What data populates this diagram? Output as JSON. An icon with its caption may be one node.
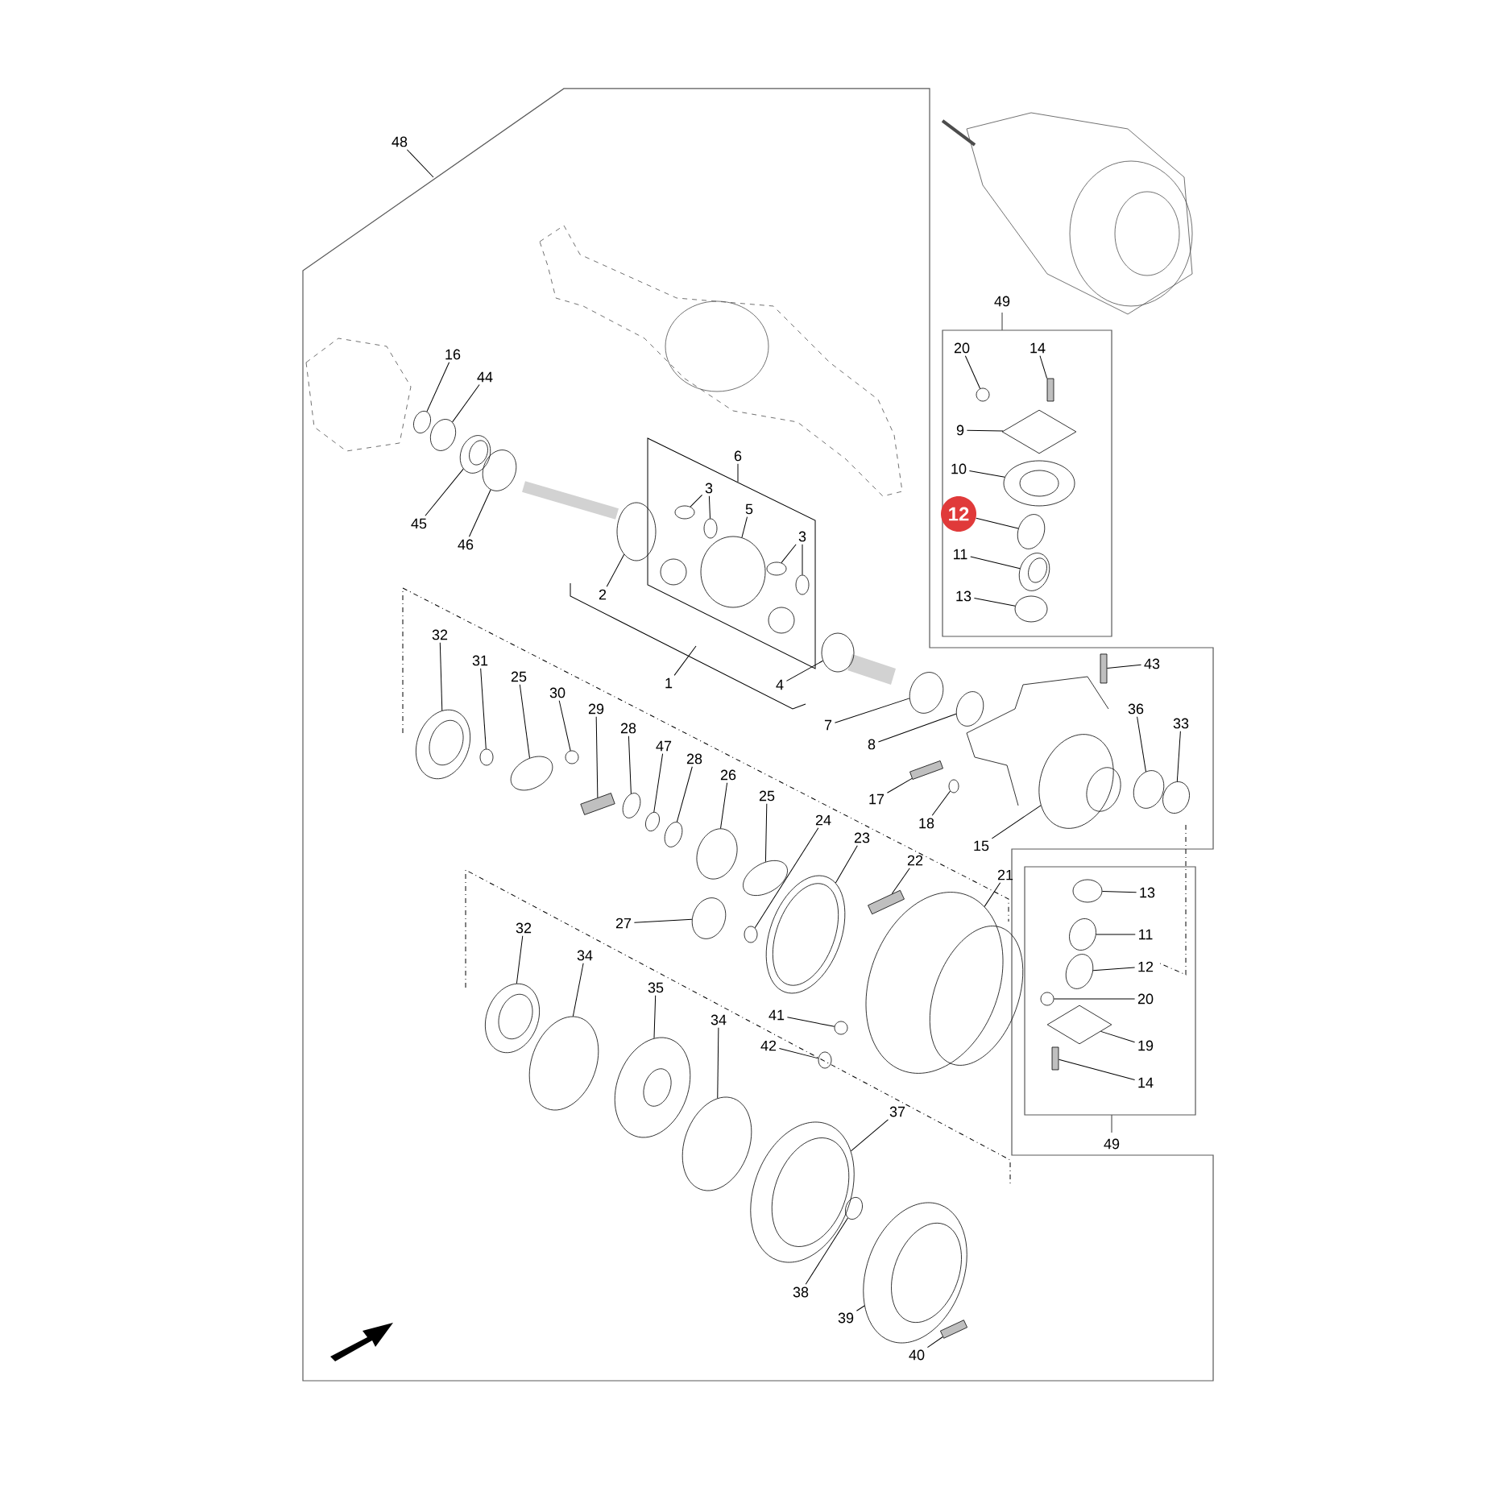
{
  "diagram": {
    "nodes": [
      {
        "text": [
          "48"
        ]
      },
      {
        "text": [
          "16"
        ]
      },
      {
        "text": [
          "44"
        ]
      },
      {
        "text": [
          "45"
        ]
      },
      {
        "text": [
          "46"
        ]
      },
      {
        "text": [
          "6"
        ]
      },
      {
        "text": [
          "3"
        ]
      },
      {
        "text": [
          "5"
        ]
      },
      {
        "text": [
          "3"
        ]
      },
      {
        "text": [
          "2"
        ]
      },
      {
        "text": [
          "1"
        ]
      },
      {
        "text": [
          "4"
        ]
      },
      {
        "text": [
          "7"
        ]
      },
      {
        "text": [
          "8"
        ]
      },
      {
        "text": [
          "49"
        ]
      },
      {
        "text": [
          "20"
        ],
        "in": 14
      },
      {
        "text": [
          "14"
        ],
        "in": 14
      },
      {
        "text": [
          "9"
        ],
        "in": 14
      },
      {
        "text": [
          "10"
        ],
        "in": 14
      },
      {
        "text": [
          "12"
        ],
        "in": 14
      },
      {
        "text": [
          "11"
        ],
        "in": 14
      },
      {
        "text": [
          "13"
        ],
        "in": 14
      },
      {
        "text": [
          "43"
        ]
      },
      {
        "text": [
          "32"
        ]
      },
      {
        "text": [
          "31"
        ]
      },
      {
        "text": [
          "25"
        ]
      },
      {
        "text": [
          "30"
        ]
      },
      {
        "text": [
          "29"
        ]
      },
      {
        "text": [
          "28"
        ]
      },
      {
        "text": [
          "47"
        ]
      },
      {
        "text": [
          "28"
        ]
      },
      {
        "text": [
          "26"
        ]
      },
      {
        "text": [
          "36"
        ]
      },
      {
        "text": [
          "33"
        ]
      },
      {
        "text": [
          "17"
        ]
      },
      {
        "text": [
          "18"
        ]
      },
      {
        "text": [
          "15"
        ]
      },
      {
        "text": [
          "25"
        ]
      },
      {
        "text": [
          "24"
        ]
      },
      {
        "text": [
          "23"
        ]
      },
      {
        "text": [
          "22"
        ]
      },
      {
        "text": [
          "21"
        ]
      },
      {
        "text": [
          "27"
        ]
      },
      {
        "text": [
          "49"
        ]
      },
      {
        "text": [
          "13"
        ],
        "in": 43
      },
      {
        "text": [
          "11"
        ],
        "in": 43
      },
      {
        "text": [
          "12"
        ],
        "in": 43
      },
      {
        "text": [
          "20"
        ],
        "in": 43
      },
      {
        "text": [
          "19"
        ],
        "in": 43
      },
      {
        "text": [
          "14"
        ],
        "in": 43
      },
      {
        "text": [
          "32"
        ]
      },
      {
        "text": [
          "34"
        ]
      },
      {
        "text": [
          "35"
        ]
      },
      {
        "text": [
          "34"
        ]
      },
      {
        "text": [
          "41"
        ]
      },
      {
        "text": [
          "42"
        ]
      },
      {
        "text": [
          "37"
        ]
      },
      {
        "text": [
          "38"
        ]
      },
      {
        "text": [
          "39"
        ]
      },
      {
        "text": [
          "40"
        ]
      },
      {
        "text": [],
        "shape": "circle"
      },
      {
        "text": [],
        "shape": "circle"
      },
      {
        "text": [],
        "shape": "circle"
      },
      {
        "text": [],
        "shape": "circle"
      },
      {
        "text": [],
        "shape": "circle"
      },
      {
        "text": [],
        "shape": "circle"
      },
      {
        "text": [],
        "shape": "circle"
      },
      {
        "text": [],
        "shape": "circle"
      },
      {
        "text": [],
        "shape": "circle"
      },
      {
        "text": [],
        "shape": "circle"
      },
      {
        "text": [],
        "shape": "circle"
      },
      {
        "text": [],
        "shape": "circle"
      },
      {
        "text": [],
        "shape": "circle"
      },
      {
        "text": [],
        "shape": "circle",
        "in": 14
      },
      {
        "text": [],
        "shape": "bar",
        "in": 14
      },
      {
        "text": [],
        "shape": "diamond",
        "in": 14
      },
      {
        "text": [],
        "shape": "circle",
        "in": 14
      },
      {
        "text": [],
        "shape": "circle",
        "in": 14
      },
      {
        "text": [],
        "shape": "circle",
        "in": 14
      },
      {
        "text": [],
        "shape": "circle",
        "in": 14
      },
      {
        "text": [],
        "shape": "bar"
      },
      {
        "text": [],
        "shape": "circle"
      },
      {
        "text": [],
        "shape": "circle"
      },
      {
        "text": [],
        "shape": "circle"
      },
      {
        "text": [],
        "shape": "circle"
      },
      {
        "text": [],
        "shape": "bar"
      },
      {
        "text": [],
        "shape": "circle"
      },
      {
        "text": [],
        "shape": "circle"
      },
      {
        "text": [],
        "shape": "circle"
      },
      {
        "text": [],
        "shape": "circle"
      },
      {
        "text": [],
        "shape": "circle"
      },
      {
        "text": [],
        "shape": "circle"
      },
      {
        "text": [],
        "shape": "bar"
      },
      {
        "text": [],
        "shape": "circle"
      },
      {
        "text": [],
        "shape": "circle"
      },
      {
        "text": [],
        "shape": "circle"
      },
      {
        "text": [],
        "shape": "circle"
      },
      {
        "text": [],
        "shape": "circle"
      },
      {
        "text": [],
        "shape": "bar"
      },
      {
        "text": [],
        "shape": "circle"
      },
      {
        "text": [],
        "shape": "circle"
      },
      {
        "text": [],
        "shape": "circle",
        "in": 43
      },
      {
        "text": [],
        "shape": "circle",
        "in": 43
      },
      {
        "text": [],
        "shape": "circle",
        "in": 43
      },
      {
        "text": [],
        "shape": "circle",
        "in": 43
      },
      {
        "text": [],
        "shape": "diamond",
        "in": 43
      },
      {
        "text": [],
        "shape": "bar",
        "in": 43
      },
      {
        "text": [],
        "shape": "circle"
      },
      {
        "text": [],
        "shape": "circle"
      },
      {
        "text": [],
        "shape": "circle"
      },
      {
        "text": [],
        "shape": "circle"
      },
      {
        "text": [],
        "shape": "circle"
      },
      {
        "text": [],
        "shape": "circle"
      },
      {
        "text": [],
        "shape": "circle"
      },
      {
        "text": [],
        "shape": "circle"
      },
      {
        "text": [],
        "shape": "circle"
      },
      {
        "text": [],
        "shape": "bar"
      }
    ],
    "edges": [
      {
        "from": 0,
        "to": null,
        "arrow": "none"
      },
      {
        "from": 1,
        "to": 60,
        "arrow": "none"
      },
      {
        "from": 2,
        "to": 61,
        "arrow": "none"
      },
      {
        "from": 3,
        "to": 62,
        "arrow": "none"
      },
      {
        "from": 4,
        "to": 63,
        "arrow": "none"
      },
      {
        "from": 5,
        "to": null,
        "arrow": "none"
      },
      {
        "from": 6,
        "to": 64,
        "arrow": "none"
      },
      {
        "from": 6,
        "to": 65,
        "arrow": "none"
      },
      {
        "from": 7,
        "to": 66,
        "arrow": "none"
      },
      {
        "from": 8,
        "to": 67,
        "arrow": "none"
      },
      {
        "from": 8,
        "to": 68,
        "arrow": "none"
      },
      {
        "from": 9,
        "to": 69,
        "arrow": "none"
      },
      {
        "from": 10,
        "to": null,
        "arrow": "none"
      },
      {
        "from": 11,
        "to": 70,
        "arrow": "none"
      },
      {
        "from": 12,
        "to": 71,
        "arrow": "none"
      },
      {
        "from": 13,
        "to": 72,
        "arrow": "none"
      },
      {
        "from": 15,
        "to": 73,
        "arrow": "none"
      },
      {
        "from": 16,
        "to": 74,
        "arrow": "none"
      },
      {
        "from": 17,
        "to": 75,
        "arrow": "none"
      },
      {
        "from": 18,
        "to": 76,
        "arrow": "none"
      },
      {
        "from": 19,
        "to": 77,
        "arrow": "none"
      },
      {
        "from": 20,
        "to": 78,
        "arrow": "none"
      },
      {
        "from": 21,
        "to": 79,
        "arrow": "none"
      },
      {
        "from": 22,
        "to": 80,
        "arrow": "none"
      },
      {
        "from": 23,
        "to": 81,
        "arrow": "none"
      },
      {
        "from": 24,
        "to": 82,
        "arrow": "none"
      },
      {
        "from": 25,
        "to": 83,
        "arrow": "none"
      },
      {
        "from": 26,
        "to": 84,
        "arrow": "none"
      },
      {
        "from": 27,
        "to": 85,
        "arrow": "none"
      },
      {
        "from": 28,
        "to": 86,
        "arrow": "none"
      },
      {
        "from": 29,
        "to": 87,
        "arrow": "none"
      },
      {
        "from": 30,
        "to": 88,
        "arrow": "none"
      },
      {
        "from": 31,
        "to": 89,
        "arrow": "none"
      },
      {
        "from": 32,
        "to": 90,
        "arrow": "none"
      },
      {
        "from": 33,
        "to": 91,
        "arrow": "none"
      },
      {
        "from": 34,
        "to": 92,
        "arrow": "none"
      },
      {
        "from": 35,
        "to": 93,
        "arrow": "none"
      },
      {
        "from": 36,
        "to": 94,
        "arrow": "none"
      },
      {
        "from": 37,
        "to": 95,
        "arrow": "none"
      },
      {
        "from": 38,
        "to": 96,
        "arrow": "none"
      },
      {
        "from": 39,
        "to": 97,
        "arrow": "none"
      },
      {
        "from": 40,
        "to": 98,
        "arrow": "none"
      },
      {
        "from": 41,
        "to": 99,
        "arrow": "none"
      },
      {
        "from": 42,
        "to": 100,
        "arrow": "none"
      },
      {
        "from": 44,
        "to": 101,
        "arrow": "none"
      },
      {
        "from": 45,
        "to": 102,
        "arrow": "none"
      },
      {
        "from": 46,
        "to": 103,
        "arrow": "none"
      },
      {
        "from": 47,
        "to": 104,
        "arrow": "none"
      },
      {
        "from": 48,
        "to": 105,
        "arrow": "none"
      },
      {
        "from": 49,
        "to": 106,
        "arrow": "none"
      },
      {
        "from": 50,
        "to": 107,
        "arrow": "none"
      },
      {
        "from": 51,
        "to": 108,
        "arrow": "none"
      },
      {
        "from": 52,
        "to": 109,
        "arrow": "none"
      },
      {
        "from": 53,
        "to": 110,
        "arrow": "none"
      },
      {
        "from": 54,
        "to": 111,
        "arrow": "none"
      },
      {
        "from": 55,
        "to": 112,
        "arrow": "none"
      },
      {
        "from": 56,
        "to": 113,
        "arrow": "none"
      },
      {
        "from": 57,
        "to": 114,
        "arrow": "none"
      },
      {
        "from": 58,
        "to": 115,
        "arrow": "none"
      },
      {
        "from": 59,
        "to": 116,
        "arrow": "none"
      }
    ]
  }
}
